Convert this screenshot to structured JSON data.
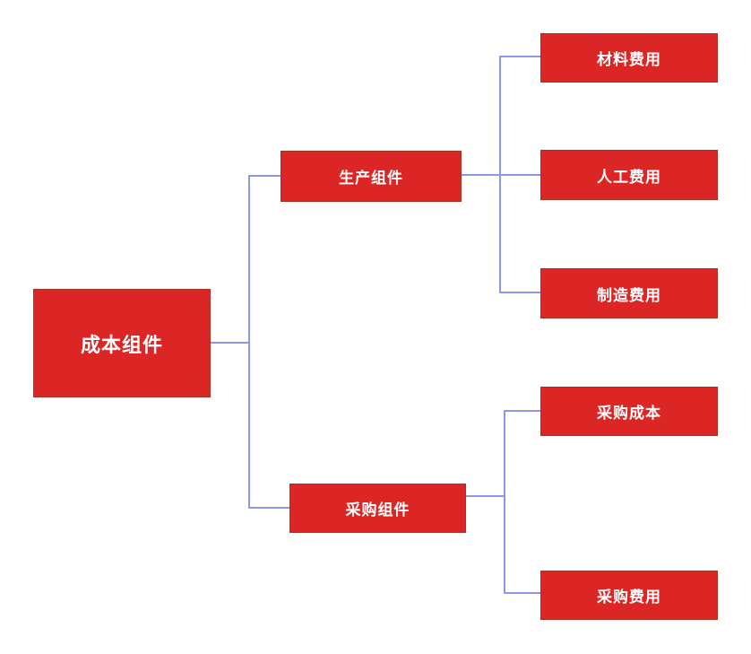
{
  "diagram": {
    "nodes": {
      "root": {
        "label": "成本组件"
      },
      "production": {
        "label": "生产组件"
      },
      "procurement": {
        "label": "采购组件"
      },
      "material": {
        "label": "材料费用"
      },
      "labor": {
        "label": "人工费用"
      },
      "manufacturing": {
        "label": "制造费用"
      },
      "purchase_cost": {
        "label": "采购成本"
      },
      "purchase_expense": {
        "label": "采购费用"
      }
    },
    "edges": [
      {
        "from": "root",
        "to": "production"
      },
      {
        "from": "root",
        "to": "procurement"
      },
      {
        "from": "production",
        "to": "material"
      },
      {
        "from": "production",
        "to": "labor"
      },
      {
        "from": "production",
        "to": "manufacturing"
      },
      {
        "from": "procurement",
        "to": "purchase_cost"
      },
      {
        "from": "procurement",
        "to": "purchase_expense"
      }
    ],
    "colors": {
      "node_fill": "#DC2626",
      "node_border": "#A93226",
      "node_text": "#FFFFFF",
      "connector": "#8B96E8",
      "background": "#FFFFFF"
    }
  }
}
